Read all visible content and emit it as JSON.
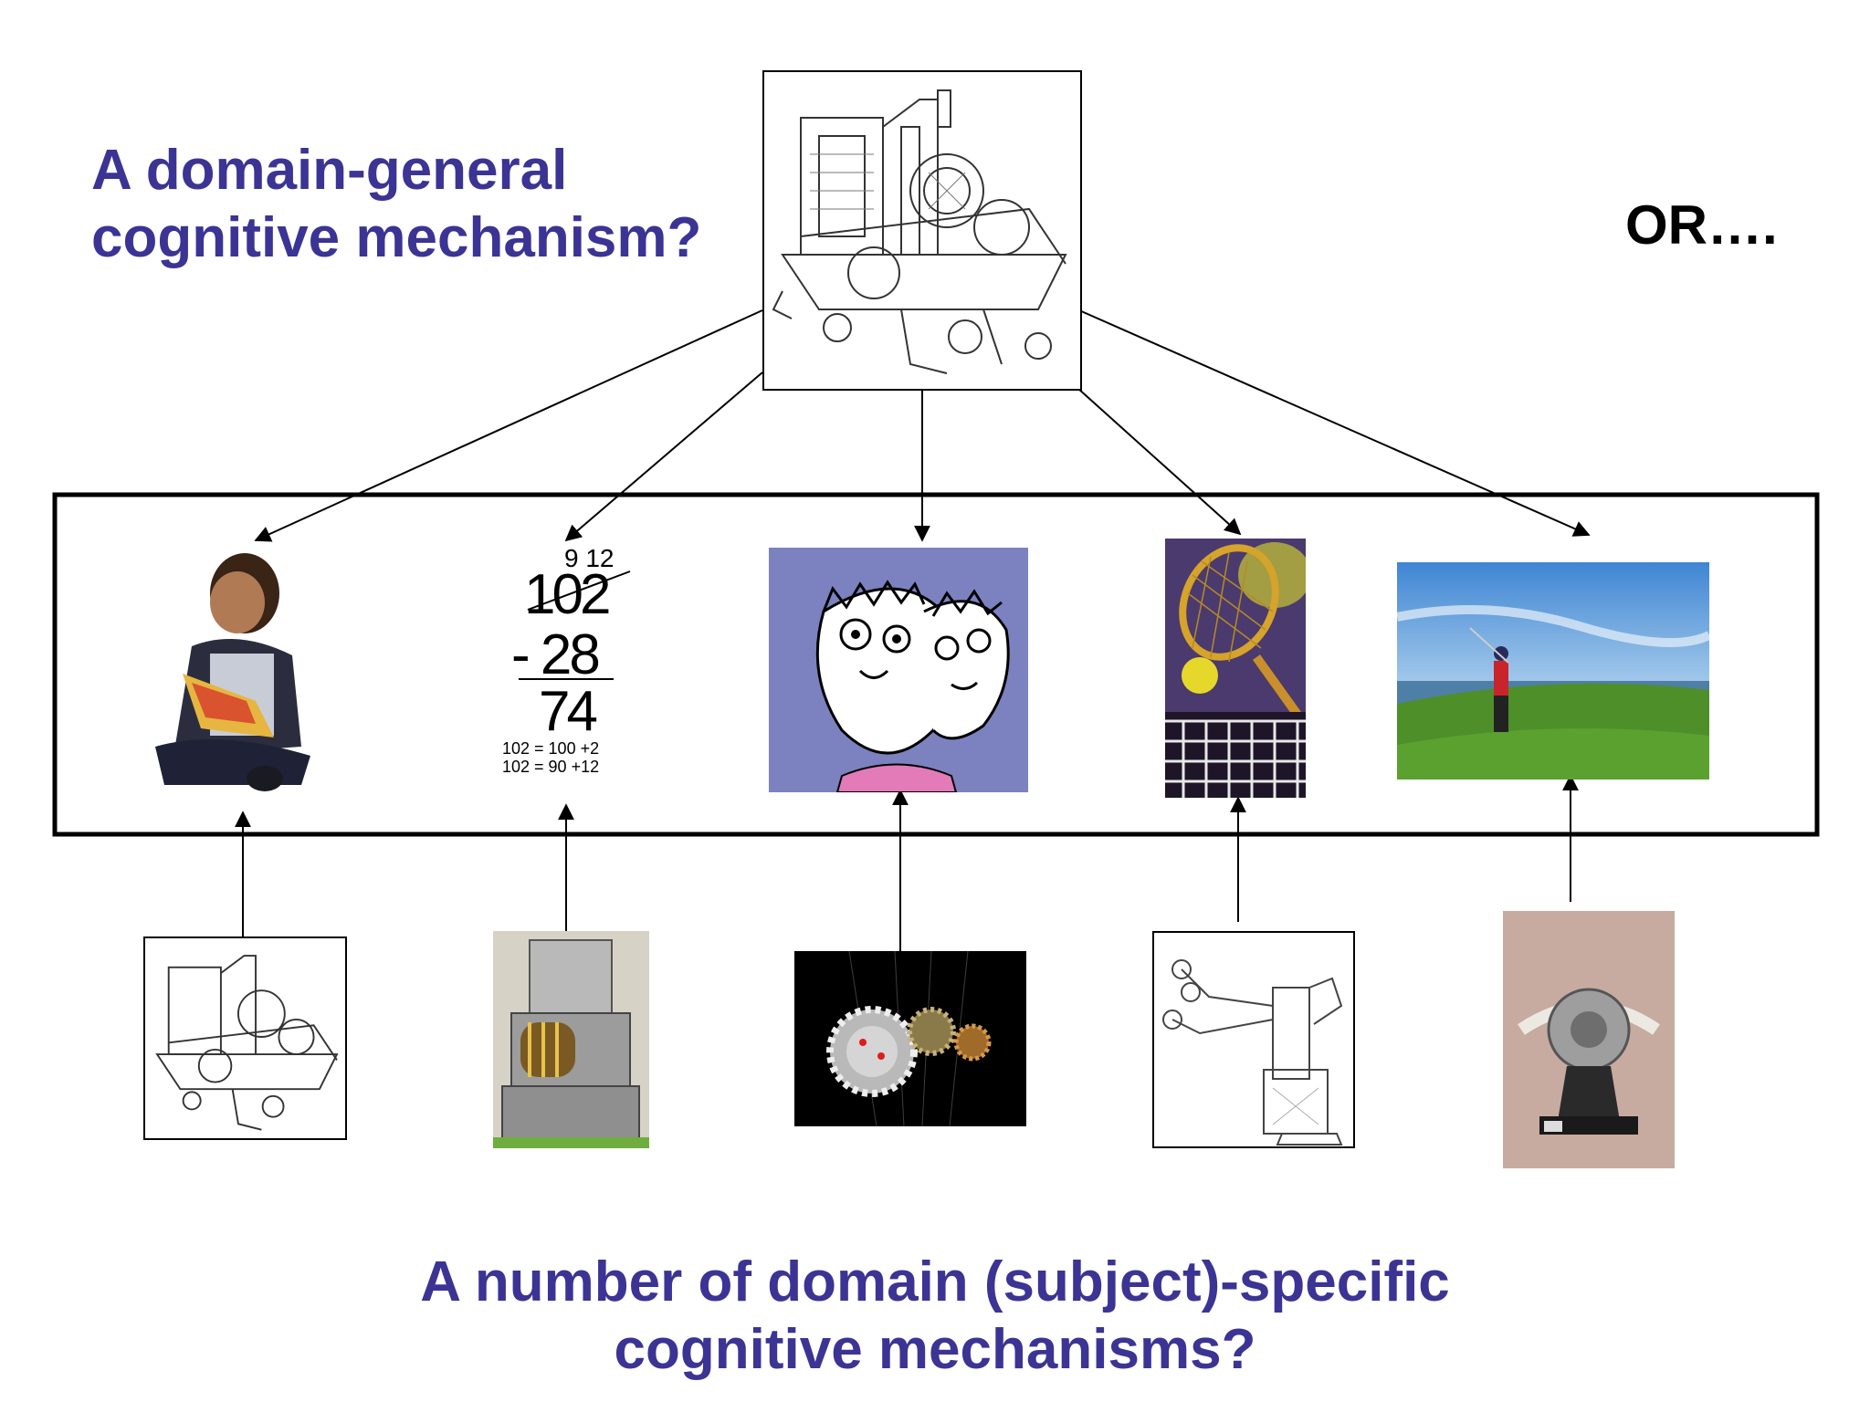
{
  "titles": {
    "general_line1": "A domain-general",
    "general_line2": "cognitive mechanism?",
    "or": "OR….",
    "specific_line1": "A number of domain (subject)-specific",
    "specific_line2": "cognitive mechanisms?"
  },
  "math": {
    "borrow": "9 12",
    "top": "102",
    "subtract": "- 28",
    "result": "74",
    "note1": "102 = 100 +2",
    "note2": "102 = 90 +12"
  },
  "colors": {
    "title": "#3b3494",
    "face_bg": "#7b82bf",
    "sky": "#4a8fd0",
    "grass": "#4f8f2a"
  },
  "icons": {
    "top_mechanism": "mechanism-drawing-icon",
    "child": "child-reading-icon",
    "faces": "two-faces-icon",
    "tennis": "tennis-racket-icon",
    "golf": "golfer-icon"
  }
}
